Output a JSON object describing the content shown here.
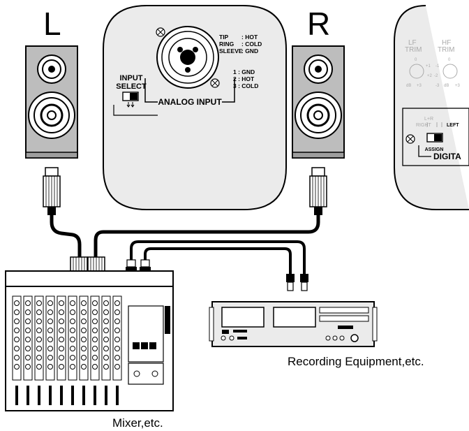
{
  "speakers": {
    "left_label": "L",
    "right_label": "R"
  },
  "panel": {
    "input_select_line1": "INPUT",
    "input_select_line2": "SELECT",
    "analog_input": "ANALOG INPUT",
    "pin_tip": "TIP",
    "pin_tip_val": ": HOT",
    "pin_ring": "RING",
    "pin_ring_val": ": COLD",
    "pin_sleeve": "SLEEVE",
    "pin_sleeve_val": ": GND",
    "pin_1": "1 : GND",
    "pin_2": "2 : HOT",
    "pin_3": "3 : COLD"
  },
  "side_panel": {
    "lf": "LF",
    "lf_trim": "TRIM",
    "hf": "HF",
    "hf_trim": "TRIM",
    "knob_top": "0",
    "knob_plus1": "+1",
    "knob_minus1": "-1",
    "knob_plus2": "+2",
    "knob_minus2": "-2",
    "db_minus3": "-3",
    "db": "dB",
    "db_plus3": "+3",
    "lr": "L+R",
    "right": "RIGHT",
    "left": "LEFT",
    "assign": "ASSIGN",
    "digital": "DIGITA"
  },
  "devices": {
    "recording_label": "Recording Equipment,etc.",
    "mixer_label": "Mixer,etc."
  }
}
